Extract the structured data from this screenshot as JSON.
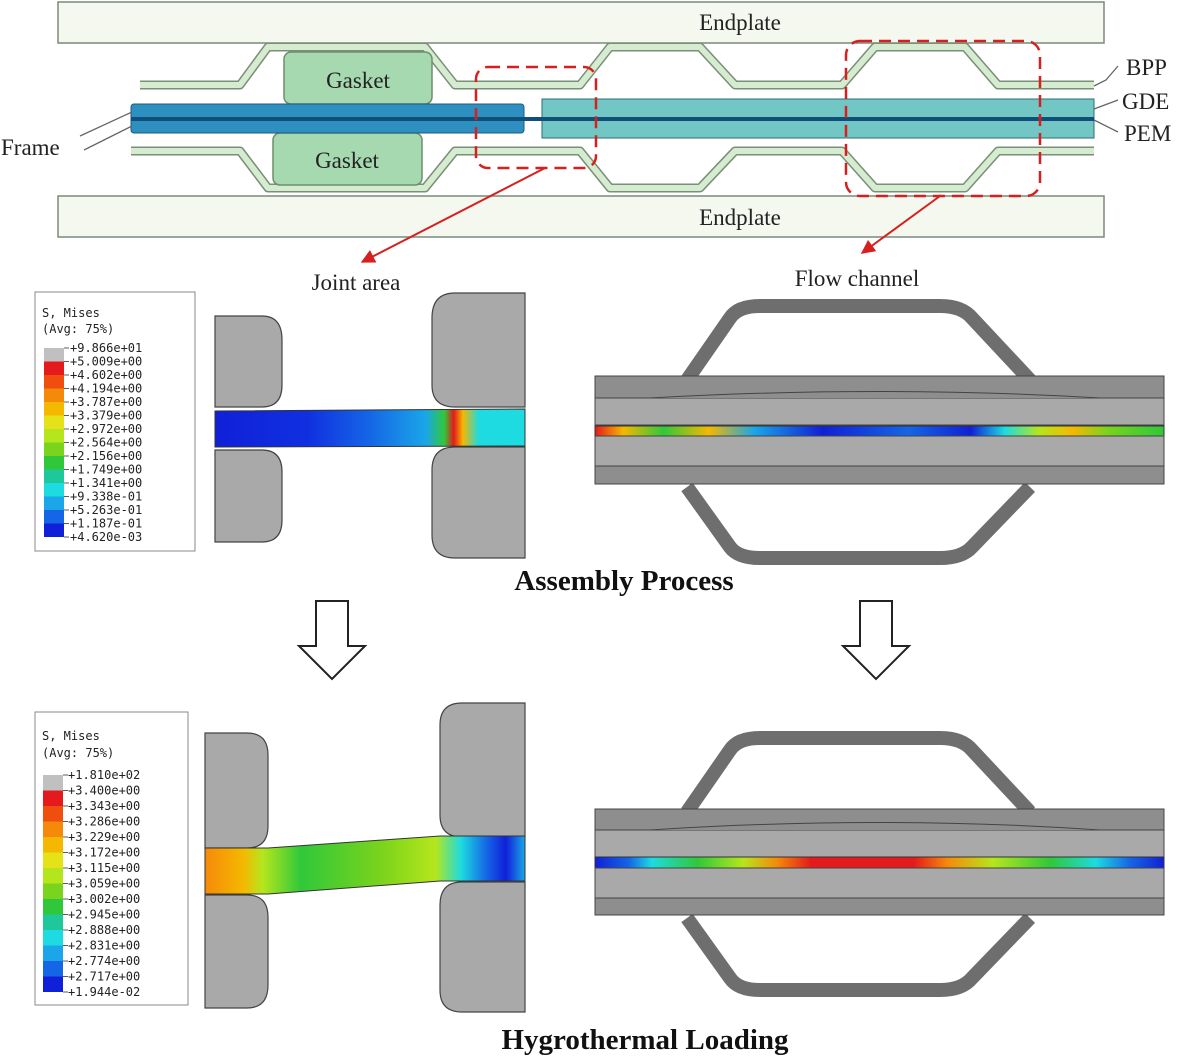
{
  "schematic": {
    "endplate_top": "Endplate",
    "endplate_bottom": "Endplate",
    "gasket_top": "Gasket",
    "gasket_bottom": "Gasket",
    "label_bpp": "BPP",
    "label_gde": "GDE",
    "label_pem": "PEM",
    "label_frame": "Frame",
    "joint_area": "Joint area",
    "flow_channel": "Flow channel"
  },
  "colors": {
    "plate_fill": "#f4f8ef",
    "bpp_fill": "#d6ecd0",
    "gasket_fill": "#a6d9b0",
    "frame_fill": "#2e8fc1",
    "gde_fill": "#72c7c4",
    "pem_line": "#0f4f7a",
    "highlight": "#d62020",
    "fem_gray": "#a9a9a9",
    "fem_dark": "#6e6e6e"
  },
  "stages": {
    "assembly": "Assembly Process",
    "hygrothermal": "Hygrothermal Loading"
  },
  "legend_assembly": {
    "title1": "S, Mises",
    "title2": "(Avg: 75%)",
    "values": [
      "+9.866e+01",
      "+5.009e+00",
      "+4.602e+00",
      "+4.194e+00",
      "+3.787e+00",
      "+3.379e+00",
      "+2.972e+00",
      "+2.564e+00",
      "+2.156e+00",
      "+1.749e+00",
      "+1.341e+00",
      "+9.338e-01",
      "+5.263e-01",
      "+1.187e-01",
      "+4.620e-03"
    ]
  },
  "legend_hygro": {
    "title1": "S, Mises",
    "title2": "(Avg: 75%)",
    "values": [
      "+1.810e+02",
      "+3.400e+00",
      "+3.343e+00",
      "+3.286e+00",
      "+3.229e+00",
      "+3.172e+00",
      "+3.115e+00",
      "+3.059e+00",
      "+3.002e+00",
      "+2.945e+00",
      "+2.888e+00",
      "+2.831e+00",
      "+2.774e+00",
      "+2.717e+00",
      "+1.944e-02"
    ]
  },
  "legend_colors": [
    "#c0c0c0",
    "#e41a1c",
    "#f04e0e",
    "#f58a0a",
    "#f5b800",
    "#e6e21a",
    "#b5e61d",
    "#7ad31c",
    "#30c83a",
    "#1fc89b",
    "#1ddbe0",
    "#1aa6e8",
    "#1566e6",
    "#1020d8",
    "#383838"
  ]
}
